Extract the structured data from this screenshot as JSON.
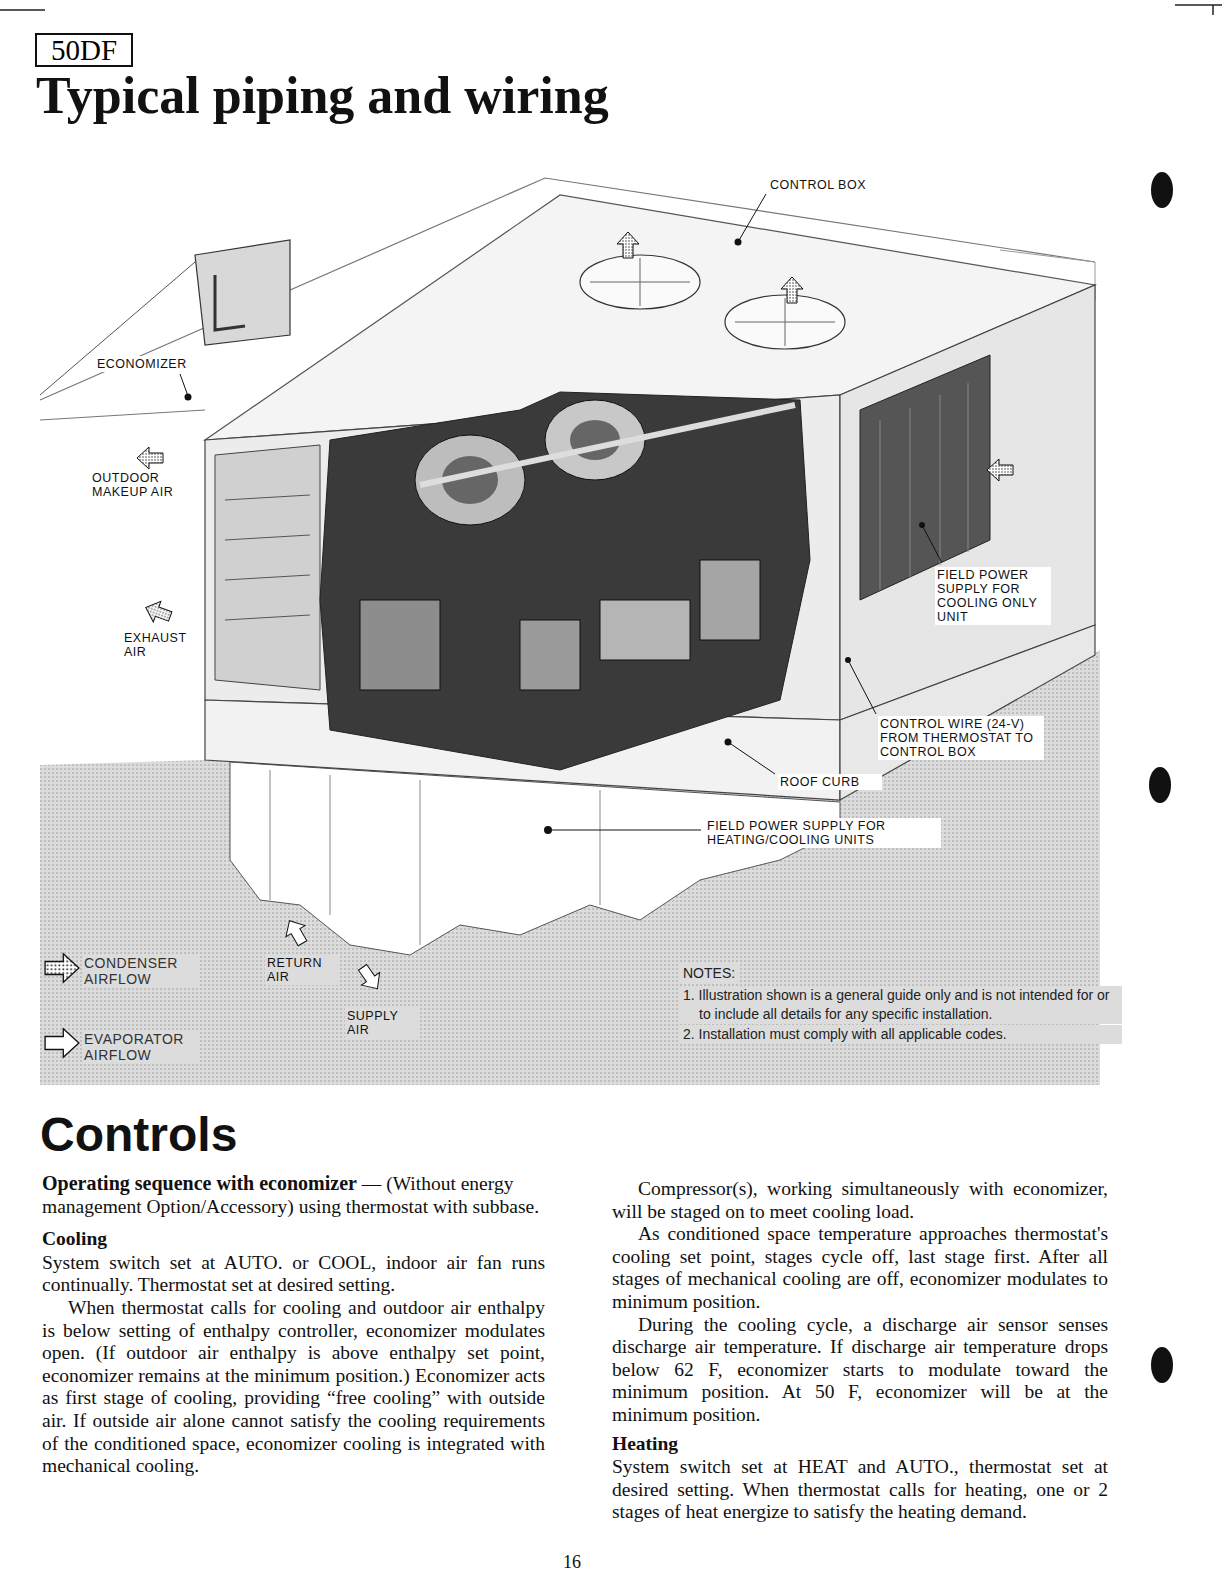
{
  "diagram": {
    "title": "Typical piping and wiring",
    "nodes": [
      {
        "text": [
          "50DF"
        ]
      }
    ],
    "labels": [
      "CONTROL BOX",
      "ECONOMIZER",
      "OUTDOOR MAKEUP AIR",
      "EXHAUST AIR",
      "FIELD POWER SUPPLY FOR COOLING ONLY UNIT",
      "CONTROL WIRE (24-V) FROM THERMOSTAT TO CONTROL BOX",
      "ROOF CURB",
      "FIELD POWER SUPPLY FOR HEATING/COOLING UNITS",
      "RETURN AIR",
      "SUPPLY AIR",
      "NOTES:",
      "1. Illustration shown is a general guide only and is not intended for or to include all details for any specific installation.",
      "2. Installation must comply with all applicable codes.",
      "Controls",
      "Operating sequence with economizer",
      "— (Without energy management Option/Accessory) using thermostat with subbase.",
      "Cooling",
      "System switch set at AUTO. or COOL, indoor air fan runs continually. Thermostat set at desired setting.",
      "When thermostat calls for cooling and outdoor air enthalpy is below setting of enthalpy controller, economizer modulates open. (If outdoor air enthalpy is above enthalpy set point, economizer remains at the minimum position.) Economizer acts as first stage of cooling, providing “free cooling” with outside air. If outside air alone cannot satisfy the cooling requirements of the conditioned space, economizer cooling is integrated with mechanical cooling.",
      "Compressor(s), working simultaneously with economizer, will be staged on to meet cooling load.",
      "As conditioned space temperature approaches thermostat's cooling set point, stages cycle off, last stage first. After all stages of mechanical cooling are off, economizer modulates to minimum position.",
      "During the cooling cycle, a discharge air sensor senses discharge air temperature. If discharge air temperature drops below 62 F, economizer starts to modulate toward the minimum position. At 50 F, economizer will be at the minimum position.",
      "Heating",
      "System switch set at HEAT and AUTO., thermostat set at desired setting. When thermostat calls for heating, one or 2 stages of heat energize to satisfy the heating demand.",
      "16"
    ],
    "legend": [
      {
        "text": "CONDENSER AIRFLOW"
      },
      {
        "text": "EVAPORATOR AIRFLOW"
      }
    ]
  }
}
